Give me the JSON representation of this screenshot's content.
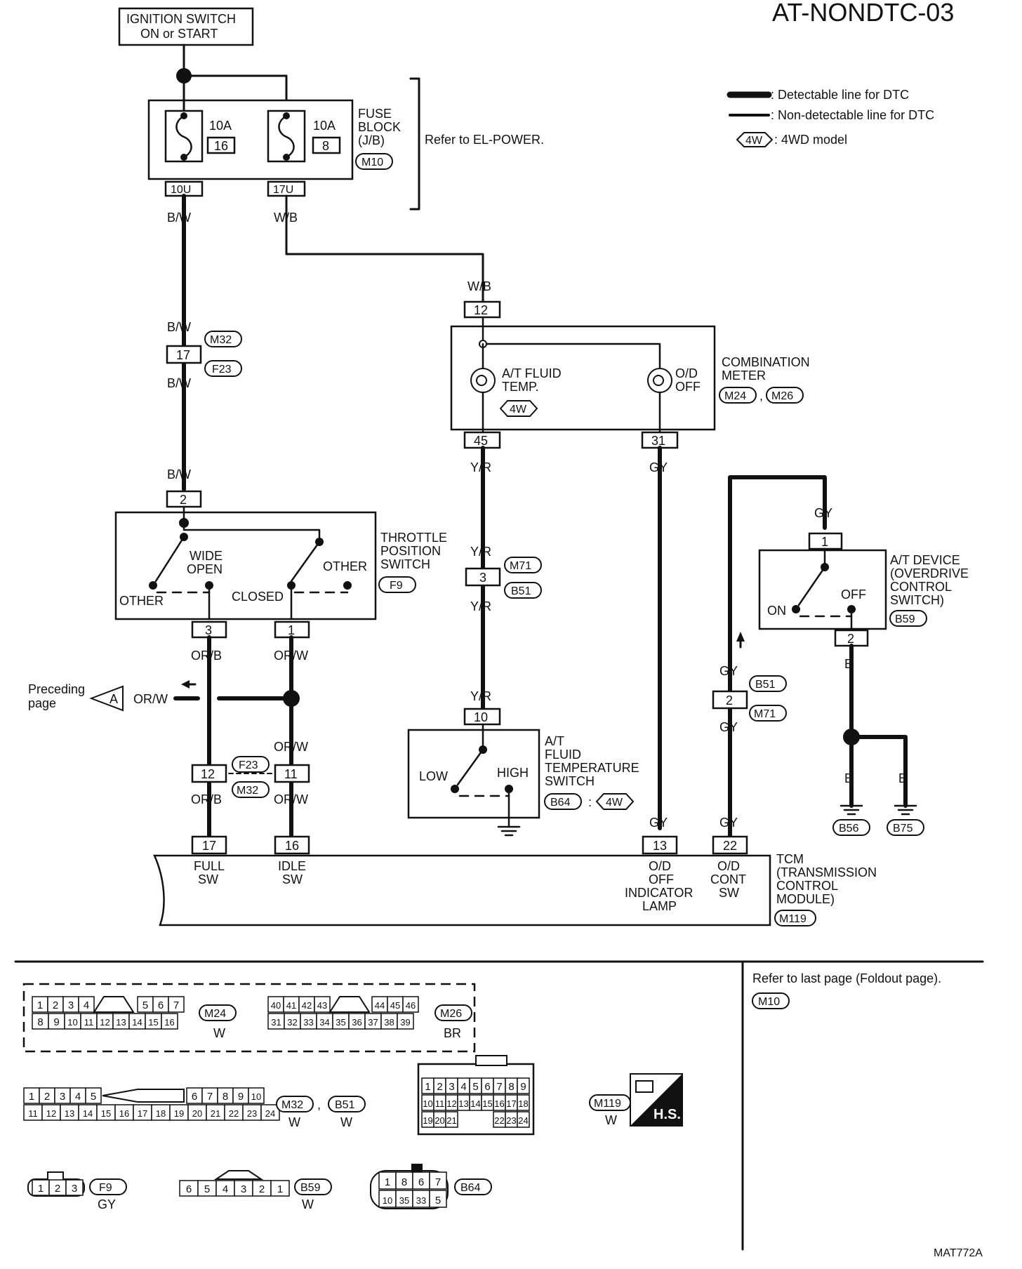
{
  "page_title": "AT-NONDTC-03",
  "figure_id": "MAT772A",
  "legend": {
    "detectable": ": Detectable line for DTC",
    "non_detectable": ": Non-detectable line for DTC",
    "fourwd_badge": "4W",
    "fourwd_text": ": 4WD model"
  },
  "ignition": {
    "line1": "IGNITION SWITCH",
    "line2": "ON or START"
  },
  "fuse_block": {
    "l1": "FUSE",
    "l2": "BLOCK",
    "l3": "(J/B)",
    "conn": "M10",
    "fuse1_amp": "10A",
    "fuse1_no": "16",
    "fuse1_term": "10U",
    "fuse2_amp": "10A",
    "fuse2_no": "8",
    "fuse2_term": "17U",
    "refer": "Refer to EL-POWER."
  },
  "wires": {
    "bw": "B/W",
    "wb": "W/B",
    "yr": "Y/R",
    "gy": "GY",
    "orb": "OR/B",
    "orw": "OR/W",
    "b": "B"
  },
  "terms": {
    "t17": "17",
    "t12": "12",
    "t45": "45",
    "t31": "31",
    "t2": "2",
    "t3": "3",
    "t1": "1",
    "t11": "11",
    "t10": "10",
    "t16": "16",
    "t13": "13",
    "t22": "22"
  },
  "conns": {
    "m32": "M32",
    "f23": "F23",
    "m71": "M71",
    "b51": "B51",
    "m24": "M24",
    "m26": "M26",
    "f9": "F9",
    "b59": "B59",
    "b64": "B64",
    "b56": "B56",
    "b75": "B75",
    "m119": "M119",
    "m10": "M10"
  },
  "combination_meter": {
    "l1": "COMBINATION",
    "l2": "METER",
    "fluid1": "A/T FLUID",
    "fluid2": "TEMP.",
    "od1": "O/D",
    "od2": "OFF"
  },
  "tps": {
    "l1": "THROTTLE",
    "l2": "POSITION",
    "l3": "SWITCH",
    "wide1": "WIDE",
    "wide2": "OPEN",
    "other_l": "OTHER",
    "closed": "CLOSED",
    "other_r": "OTHER"
  },
  "preceding": {
    "l1": "Preceding",
    "l2": "page",
    "letter": "A"
  },
  "fluid_switch": {
    "l1": "A/T",
    "l2": "FLUID",
    "l3": "TEMPERATURE",
    "l4": "SWITCH",
    "low": "LOW",
    "high": "HIGH",
    "colon": ":"
  },
  "at_device": {
    "l1": "A/T DEVICE",
    "l2": "(OVERDRIVE",
    "l3": "CONTROL",
    "l4": "SWITCH)",
    "on": "ON",
    "off": "OFF"
  },
  "tcm": {
    "l1": "TCM",
    "l2": "(TRANSMISSION",
    "l3": "CONTROL",
    "l4": "MODULE)",
    "full1": "FULL",
    "full2": "SW",
    "idle1": "IDLE",
    "idle2": "SW",
    "odoff1": "O/D",
    "odoff2": "OFF",
    "odoff3": "INDICATOR",
    "odoff4": "LAMP",
    "odc1": "O/D",
    "odc2": "CONT",
    "odc3": "SW"
  },
  "bottom": {
    "refer_last": "Refer to last page (Foldout page).",
    "color_w": "W",
    "color_br": "BR",
    "color_gy": "GY",
    "hs": "H.S.",
    "comma": ","
  },
  "connector_faces": {
    "m24_top": [
      "1",
      "2",
      "3",
      "4",
      "5",
      "6",
      "7"
    ],
    "m24_bot": [
      "8",
      "9",
      "10",
      "11",
      "12",
      "13",
      "14",
      "15",
      "16"
    ],
    "m26_top": [
      "40",
      "41",
      "42",
      "43",
      "44",
      "45",
      "46"
    ],
    "m26_bot": [
      "31",
      "32",
      "33",
      "34",
      "35",
      "36",
      "37",
      "38",
      "39"
    ],
    "m32_top": [
      "1",
      "2",
      "3",
      "4",
      "5",
      "6",
      "7",
      "8",
      "9",
      "10"
    ],
    "m32_bot": [
      "11",
      "12",
      "13",
      "14",
      "15",
      "16",
      "17",
      "18",
      "19",
      "20",
      "21",
      "22",
      "23",
      "24"
    ],
    "m119_r1": [
      "1",
      "2",
      "3",
      "4",
      "5",
      "6",
      "7",
      "8",
      "9"
    ],
    "m119_r2": [
      "10",
      "11",
      "12",
      "13",
      "14",
      "15",
      "16",
      "17",
      "18"
    ],
    "m119_r3a": [
      "19",
      "20",
      "21"
    ],
    "m119_r3b": [
      "22",
      "23",
      "24"
    ],
    "f9": [
      "1",
      "2",
      "3"
    ],
    "b59": [
      "6",
      "5",
      "4",
      "3",
      "2",
      "1"
    ],
    "b64_top": [
      "1",
      "8",
      "6",
      "7"
    ],
    "b64_bot": [
      "10",
      "35",
      "33",
      "5"
    ]
  }
}
